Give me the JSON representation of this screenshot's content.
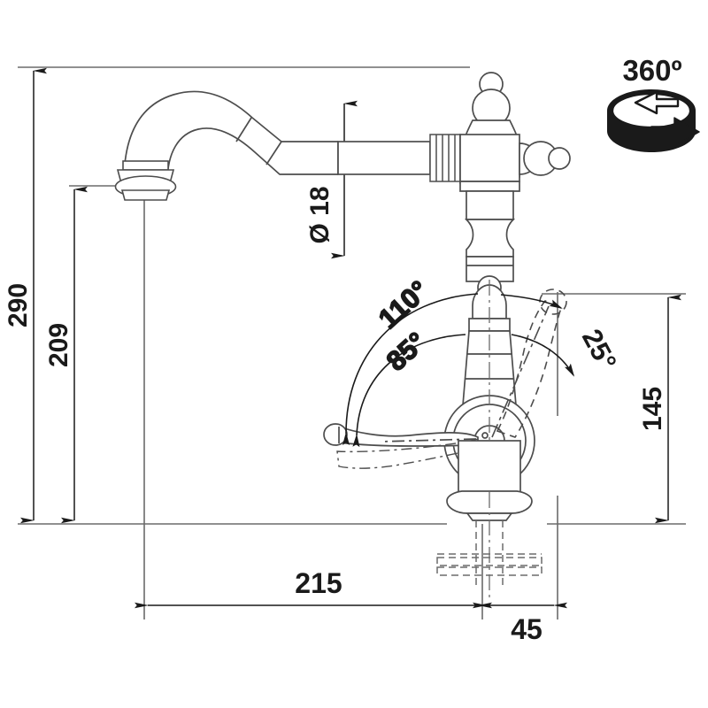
{
  "drawing": {
    "title": "Kitchen mixer tap dimensional drawing",
    "units": "mm",
    "line_color": "#4d4d4d",
    "dim_color": "#1a1a1a",
    "background": "#ffffff"
  },
  "dimensions": {
    "total_height": {
      "label": "290",
      "name": "overall-height",
      "orientation": "vertical"
    },
    "spout_height": {
      "label": "209",
      "name": "spout-height",
      "orientation": "vertical"
    },
    "spout_diameter": {
      "label": "Ø 18",
      "name": "spout-tube-diameter",
      "orientation": "vertical"
    },
    "handle_height": {
      "label": "145",
      "name": "handle-height",
      "orientation": "vertical"
    },
    "spout_reach": {
      "label": "215",
      "name": "spout-reach",
      "orientation": "horizontal"
    },
    "base_offset": {
      "label": "45",
      "name": "base-offset",
      "orientation": "horizontal"
    }
  },
  "angles": {
    "swivel": {
      "label": "360º",
      "name": "swivel-rotation"
    },
    "lever_full": {
      "label": "110°",
      "name": "lever-full-travel"
    },
    "lever_open": {
      "label": "85°",
      "name": "lever-open-angle"
    },
    "lever_back": {
      "label": "25°",
      "name": "lever-back-angle"
    }
  }
}
